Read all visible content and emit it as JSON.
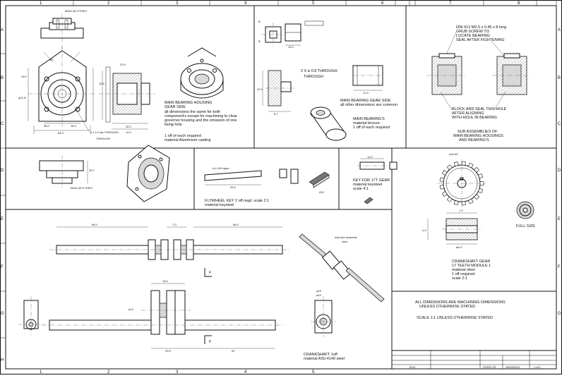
{
  "grid": {
    "columns": [
      "1",
      "2",
      "3",
      "4",
      "5",
      "6",
      "7",
      "8"
    ],
    "rows": [
      "A",
      "B",
      "C",
      "D",
      "E",
      "F",
      "G",
      "H"
    ]
  },
  "main_bearing_housing": {
    "thread_note_top": "M3x0.45 5 THRU",
    "thread_note_bottom": "M3x0.45 5 THRU",
    "through_note": "4 x 2.2 dia THROUGH",
    "label_lines": [
      "MAIN BEARING HOUSING",
      "GEAR SIDE",
      "all dimensions the same for both",
      "component's except for machining to clear",
      "governor housing and the omission of one",
      "fixing hole",
      "1 off of each required",
      "material Aluminium casting"
    ]
  },
  "main_bearing": {
    "through_note": "2 X ø 0.8 THROUGH",
    "gear_side_lines": [
      "MAIN BEARING GEAR SIDE",
      "all other dimensions are common"
    ],
    "bearings_lines": [
      "MAIN BEARING'S",
      "material bronze",
      "1 off of each required"
    ]
  },
  "assembly": {
    "grub_screw_lines": [
      "DIN 913 M2.5 x 0.45 x 8 long",
      "GRUB SCREW TO",
      "LOCATE BEARING",
      "SEAL AFTER FIGHTENING"
    ],
    "block_lines": [
      "BLOCK AND SEAL THIS HOLE",
      "AFTER ALIGNING",
      "WITH HOLE IN BEARING"
    ],
    "sub_assembly_lines": [
      "SUB ASSEMBLIES OF",
      "MAIN BEARING HOUSINGS",
      "AND BEARING'S"
    ]
  },
  "flywheel_key": {
    "taper_note": "1 in 100 taper",
    "lines": [
      "FLYWHEEL KEY 2 off reqd. scale 2:1",
      "material keysteel"
    ],
    "iso_label": "ISO"
  },
  "gear_key": {
    "lines": [
      "KEY FOR 17T GEAR",
      "material keysteel",
      "scale 4:1"
    ]
  },
  "crankshaft_gear": {
    "lines": [
      "CRANKSHAFT GEAR",
      "17 TEETH MODULE 1",
      "material steel",
      "1 off required",
      "scale 2:1"
    ],
    "full_size_label": "FULL SIZE"
  },
  "crankshaft": {
    "iso_note_lines": [
      "half size isometric",
      "view"
    ],
    "lines": [
      "CRANKSHAFT 1off",
      "material AISI 4140 steel"
    ],
    "section_label": "F",
    "section_label_2": "F"
  },
  "general_notes": {
    "line1": "ALL DIMENSIONS ARE MACHINING DIMENSIONS",
    "line2": "UNLESS OTHERWISE STATED",
    "line3": "SCALE 1:1 UNLESS OTHERWISE STATED"
  },
  "title_block": {
    "drawn": "ECH",
    "scale_cell": "SITER CS",
    "date_cell": "15/10/2013",
    "sheet_cell": "1 of 1"
  }
}
